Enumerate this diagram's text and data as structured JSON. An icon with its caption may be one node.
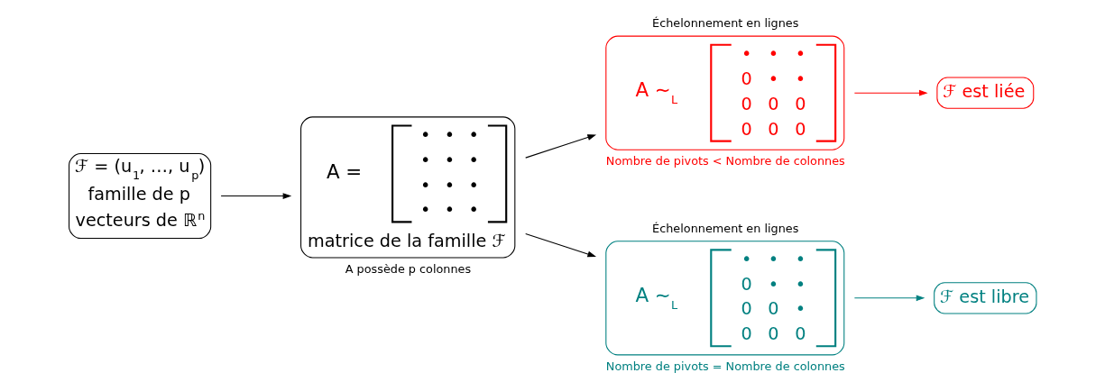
{
  "diagram": {
    "nodes": [
      {
        "text": [
          "ℱ = (u$_{1}$, …, u$_{p}$)",
          "famille de p",
          "vecteurs de ℝ$^{n}$"
        ]
      },
      {
        "text": [
          "A =",
          "• • • • • • • • • • • •",
          "matrice de la famille ℱ"
        ],
        "beside": [
          "A possède p colonnes"
        ]
      },
      {
        "text": [
          "Échelonnement en lignes",
          "A ∼$_{L}$",
          "• • • 0 • • 0 0 0 0 0 0"
        ],
        "beside": [
          "Nombre de pivots < Nombre de colonnes"
        ]
      },
      {
        "text": [
          "Échelonnement en lignes",
          "A ∼$_{L}$",
          "• • • 0 • • 0 0 • 0 0 0"
        ],
        "beside": [
          "Nombre de pivots = Nombre de colonnes"
        ]
      },
      {
        "text": [
          "ℱ est liée"
        ]
      },
      {
        "text": [
          "ℱ est libre"
        ]
      }
    ],
    "edges": [
      {
        "from": 0,
        "to": 1,
        "arrow": "to"
      },
      {
        "from": 1,
        "to": 2,
        "arrow": "to"
      },
      {
        "from": 1,
        "to": 3,
        "arrow": "to"
      },
      {
        "from": 2,
        "to": 4,
        "arrow": "to",
        "color": "#ff0000"
      },
      {
        "from": 3,
        "to": 5,
        "arrow": "to",
        "color": "#008080"
      }
    ]
  }
}
